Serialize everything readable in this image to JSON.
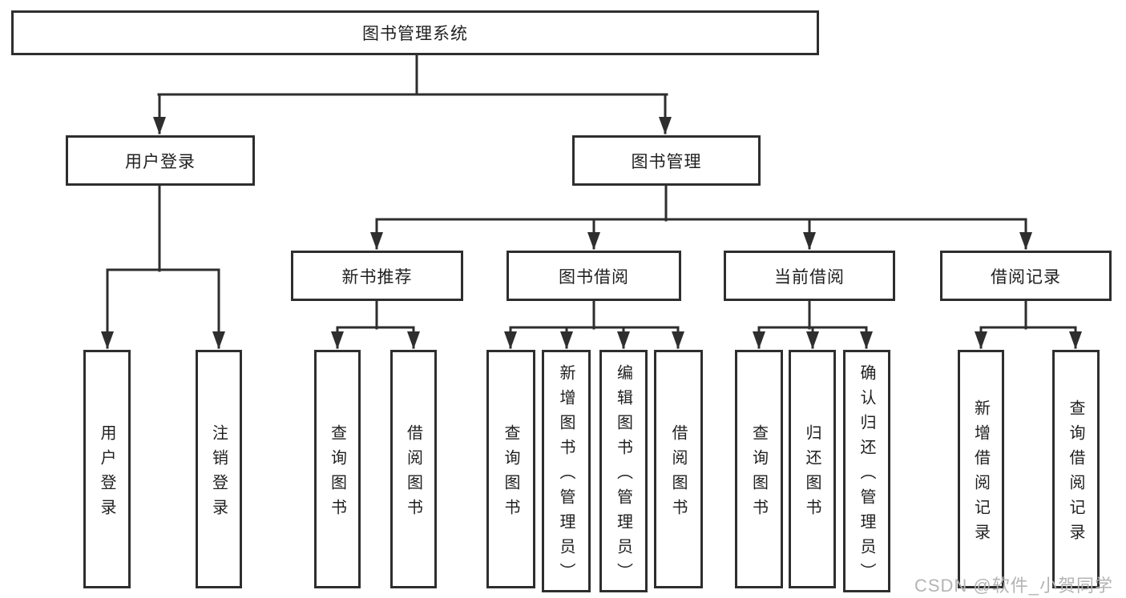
{
  "diagram": {
    "root": {
      "label": "图书管理系统"
    },
    "user_login": {
      "label": "用户登录",
      "children": [
        {
          "label": "用户登录"
        },
        {
          "label": "注销登录"
        }
      ]
    },
    "book_management": {
      "label": "图书管理",
      "sections": [
        {
          "label": "新书推荐",
          "children": [
            {
              "label": "查询图书"
            },
            {
              "label": "借阅图书"
            }
          ]
        },
        {
          "label": "图书借阅",
          "children": [
            {
              "label": "查询图书"
            },
            {
              "label": "新增图书（管理员）"
            },
            {
              "label": "编辑图书（管理员）"
            },
            {
              "label": "借阅图书"
            }
          ]
        },
        {
          "label": "当前借阅",
          "children": [
            {
              "label": "查询图书"
            },
            {
              "label": "归还图书"
            },
            {
              "label": "确认归还（管理员）"
            }
          ]
        },
        {
          "label": "借阅记录",
          "children": [
            {
              "label": "新增借阅记录"
            },
            {
              "label": "查询借阅记录"
            }
          ]
        }
      ]
    }
  },
  "watermark": {
    "text": "CSDN @软件_小贺同学",
    "color": "#b4b4b4"
  },
  "colors": {
    "line": "#2e2e2e",
    "box_border": "#2e2e2e",
    "text": "#1f1f1f",
    "background": "#ffffff"
  }
}
